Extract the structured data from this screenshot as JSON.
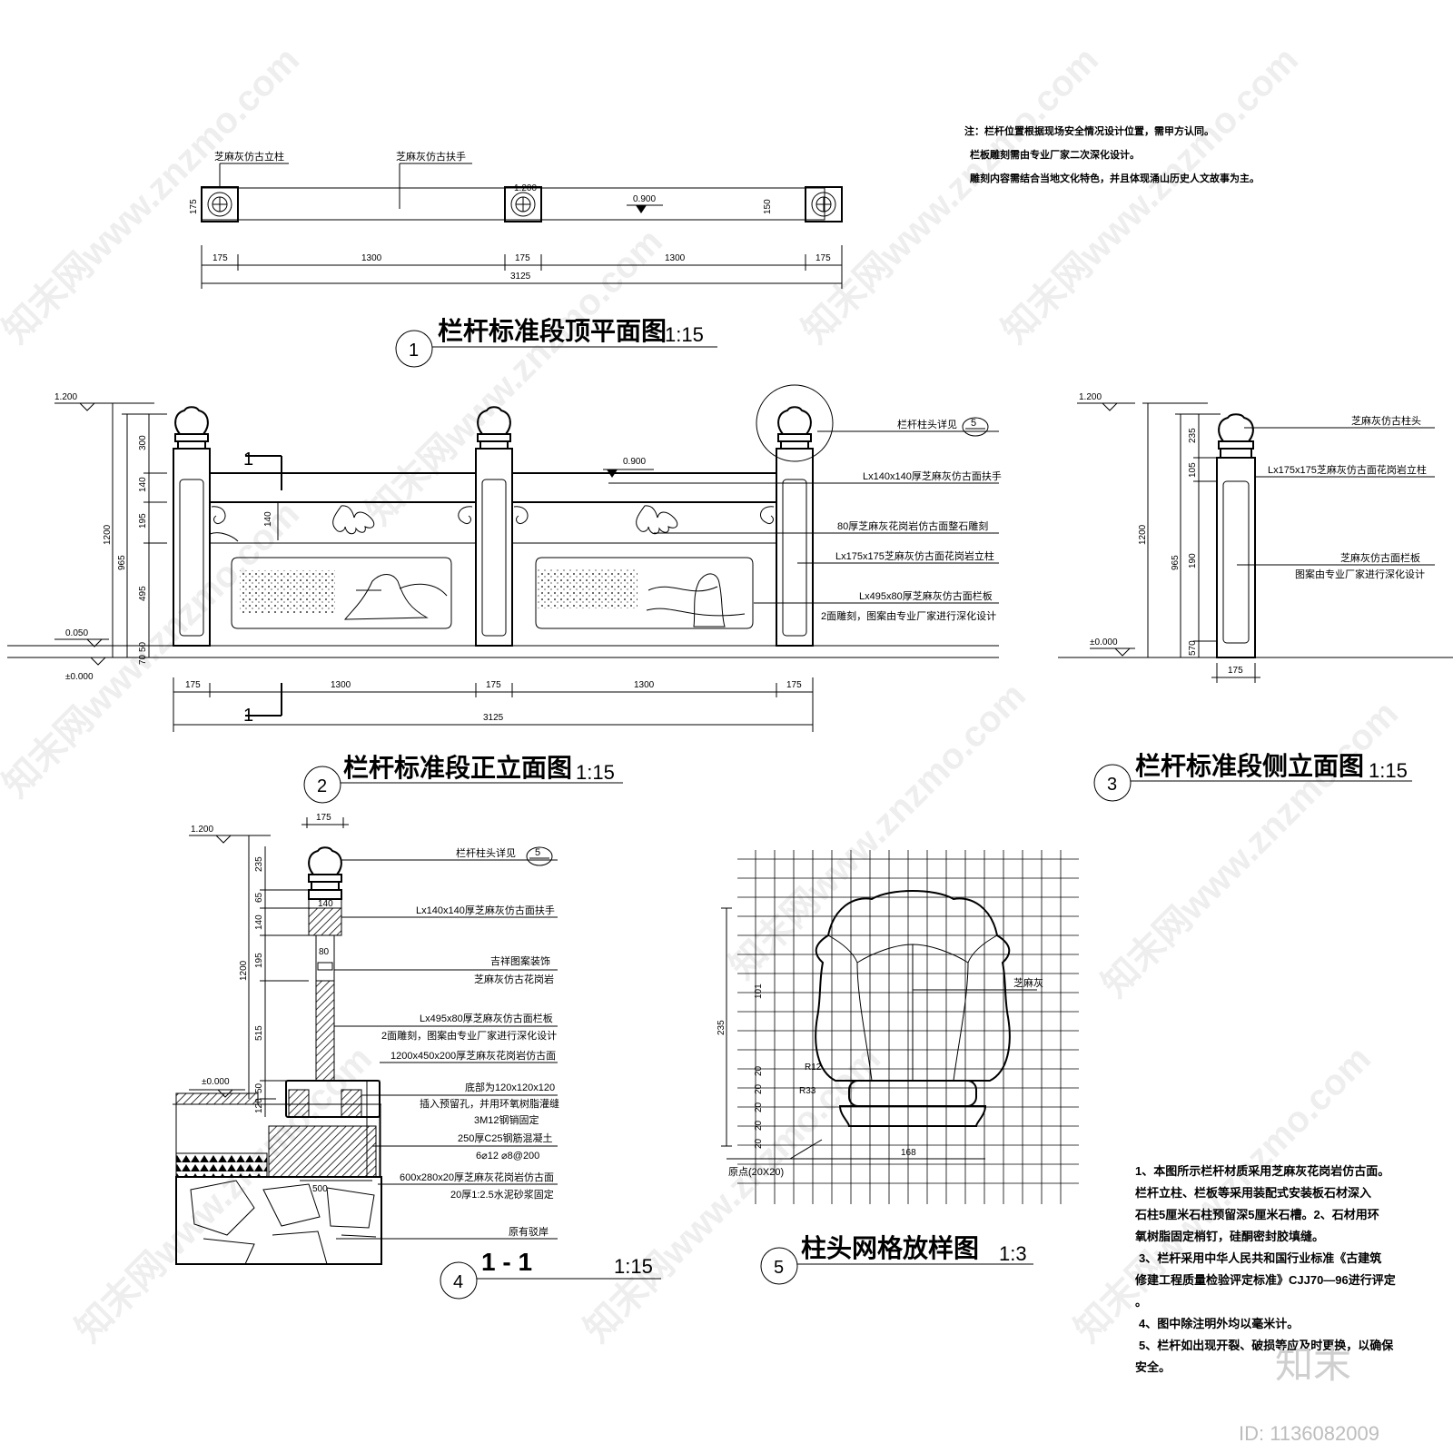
{
  "notes_top": [
    "注：栏杆位置根据现场安全情况设计位置，需甲方认同。",
    "栏板雕刻需由专业厂家二次深化设计。",
    "雕刻内容需结合当地文化特色，并且体现涌山历史人文故事为主。"
  ],
  "view1": {
    "number": "1",
    "title": "栏杆标准段顶平面图",
    "scale": "1:15",
    "labels": {
      "post": "芝麻灰仿古立柱",
      "rail": "芝麻灰仿古扶手"
    },
    "dims": [
      "175",
      "1300",
      "175",
      "1300",
      "175"
    ],
    "total": "3125",
    "side_left": "175",
    "side_right": "150",
    "level": "0.900",
    "level_small": "1.200"
  },
  "view2": {
    "number": "2",
    "title": "栏杆标准段正立面图",
    "scale": "1:15",
    "level_top": "1.200",
    "level_mid": "0.900",
    "level_base": "0.050",
    "level_zero": "±0.000",
    "section_mark": "1",
    "vdims_outer": [
      "1200"
    ],
    "vdims_mid": [
      "965"
    ],
    "vdims_inner": [
      "300",
      "140",
      "195",
      "495",
      "50",
      "70"
    ],
    "inner_dim": "140",
    "dims": [
      "175",
      "1300",
      "175",
      "1300",
      "175"
    ],
    "total": "3125",
    "callouts": [
      "栏杆柱头详见",
      "Lx140x140厚芝麻灰仿古面扶手",
      "80厚芝麻灰花岗岩仿古面整石雕刻",
      "Lx175x175芝麻灰仿古面花岗岩立柱",
      "Lx495x80厚芝麻灰仿古面栏板",
      "2面雕刻，图案由专业厂家进行深化设计"
    ],
    "detail_ref": "5"
  },
  "view3": {
    "number": "3",
    "title": "栏杆标准段侧立面图",
    "scale": "1:15",
    "level_top": "1.200",
    "level_zero": "±0.000",
    "vdims_outer": [
      "1200"
    ],
    "vdims_mid": [
      "965"
    ],
    "vdims_inner": [
      "235",
      "105",
      "190",
      "570"
    ],
    "width": "175",
    "callouts": [
      "芝麻灰仿古柱头",
      "Lx175x175芝麻灰仿古面花岗岩立柱",
      "芝麻灰仿古面栏板",
      "图案由专业厂家进行深化设计"
    ]
  },
  "view4": {
    "number": "4",
    "title": "1 - 1",
    "scale": "1:15",
    "level_top": "1.200",
    "level_zero": "±0.000",
    "width_top": "175",
    "vdims_outer": [
      "1200"
    ],
    "vdims_inner": [
      "235",
      "65",
      "140",
      "195",
      "515",
      "50",
      "120"
    ],
    "small_dims": [
      "140",
      "80"
    ],
    "base_width": "500",
    "detail_ref": "5",
    "callouts": [
      "栏杆柱头详见",
      "Lx140x140厚芝麻灰仿古面扶手",
      "吉祥图案装饰",
      "芝麻灰仿古花岗岩",
      "Lx495x80厚芝麻灰仿古面栏板",
      "2面雕刻，图案由专业厂家进行深化设计",
      "1200x450x200厚芝麻灰花岗岩仿古面",
      "底部为120x120x120",
      "插入预留孔，并用环氧树脂灌缝",
      "3M12钢销固定",
      "250厚C25钢筋混凝土",
      "6⌀12  ⌀8@200",
      "600x280x20厚芝麻灰花岗岩仿古面",
      "20厚1:2.5水泥砂浆固定",
      "原有驳岸"
    ]
  },
  "view5": {
    "number": "5",
    "title": "柱头网格放样图",
    "scale": "1:3",
    "material": "芝麻灰",
    "origin": "原点(20X20)",
    "height": "235",
    "width": "168",
    "r1": "R12",
    "r2": "R33",
    "v_small": [
      "20",
      "20",
      "20",
      "20",
      "20"
    ],
    "v_top": "101"
  },
  "notes_bottom": [
    "1、本图所示栏杆材质采用芝麻灰花岗岩仿古面。",
    "栏杆立柱、栏板等采用装配式安装板石材深入",
    "石柱5厘米石柱预留深5厘米石槽。2、石材用环",
    "氧树脂固定梢钉，硅酮密封胶填缝。",
    "3、栏杆采用中华人民共和国行业标准《古建筑",
    "修建工程质量检验评定标准》CJJ70—96进行评定",
    "。",
    "4、图中除注明外均以毫米计。",
    "5、栏杆如出现开裂、破损等应及时更换，以确保",
    "安全。"
  ],
  "watermark": "知末网www.znzmo.com",
  "brand": "知末",
  "id_text": "ID: 1136082009"
}
